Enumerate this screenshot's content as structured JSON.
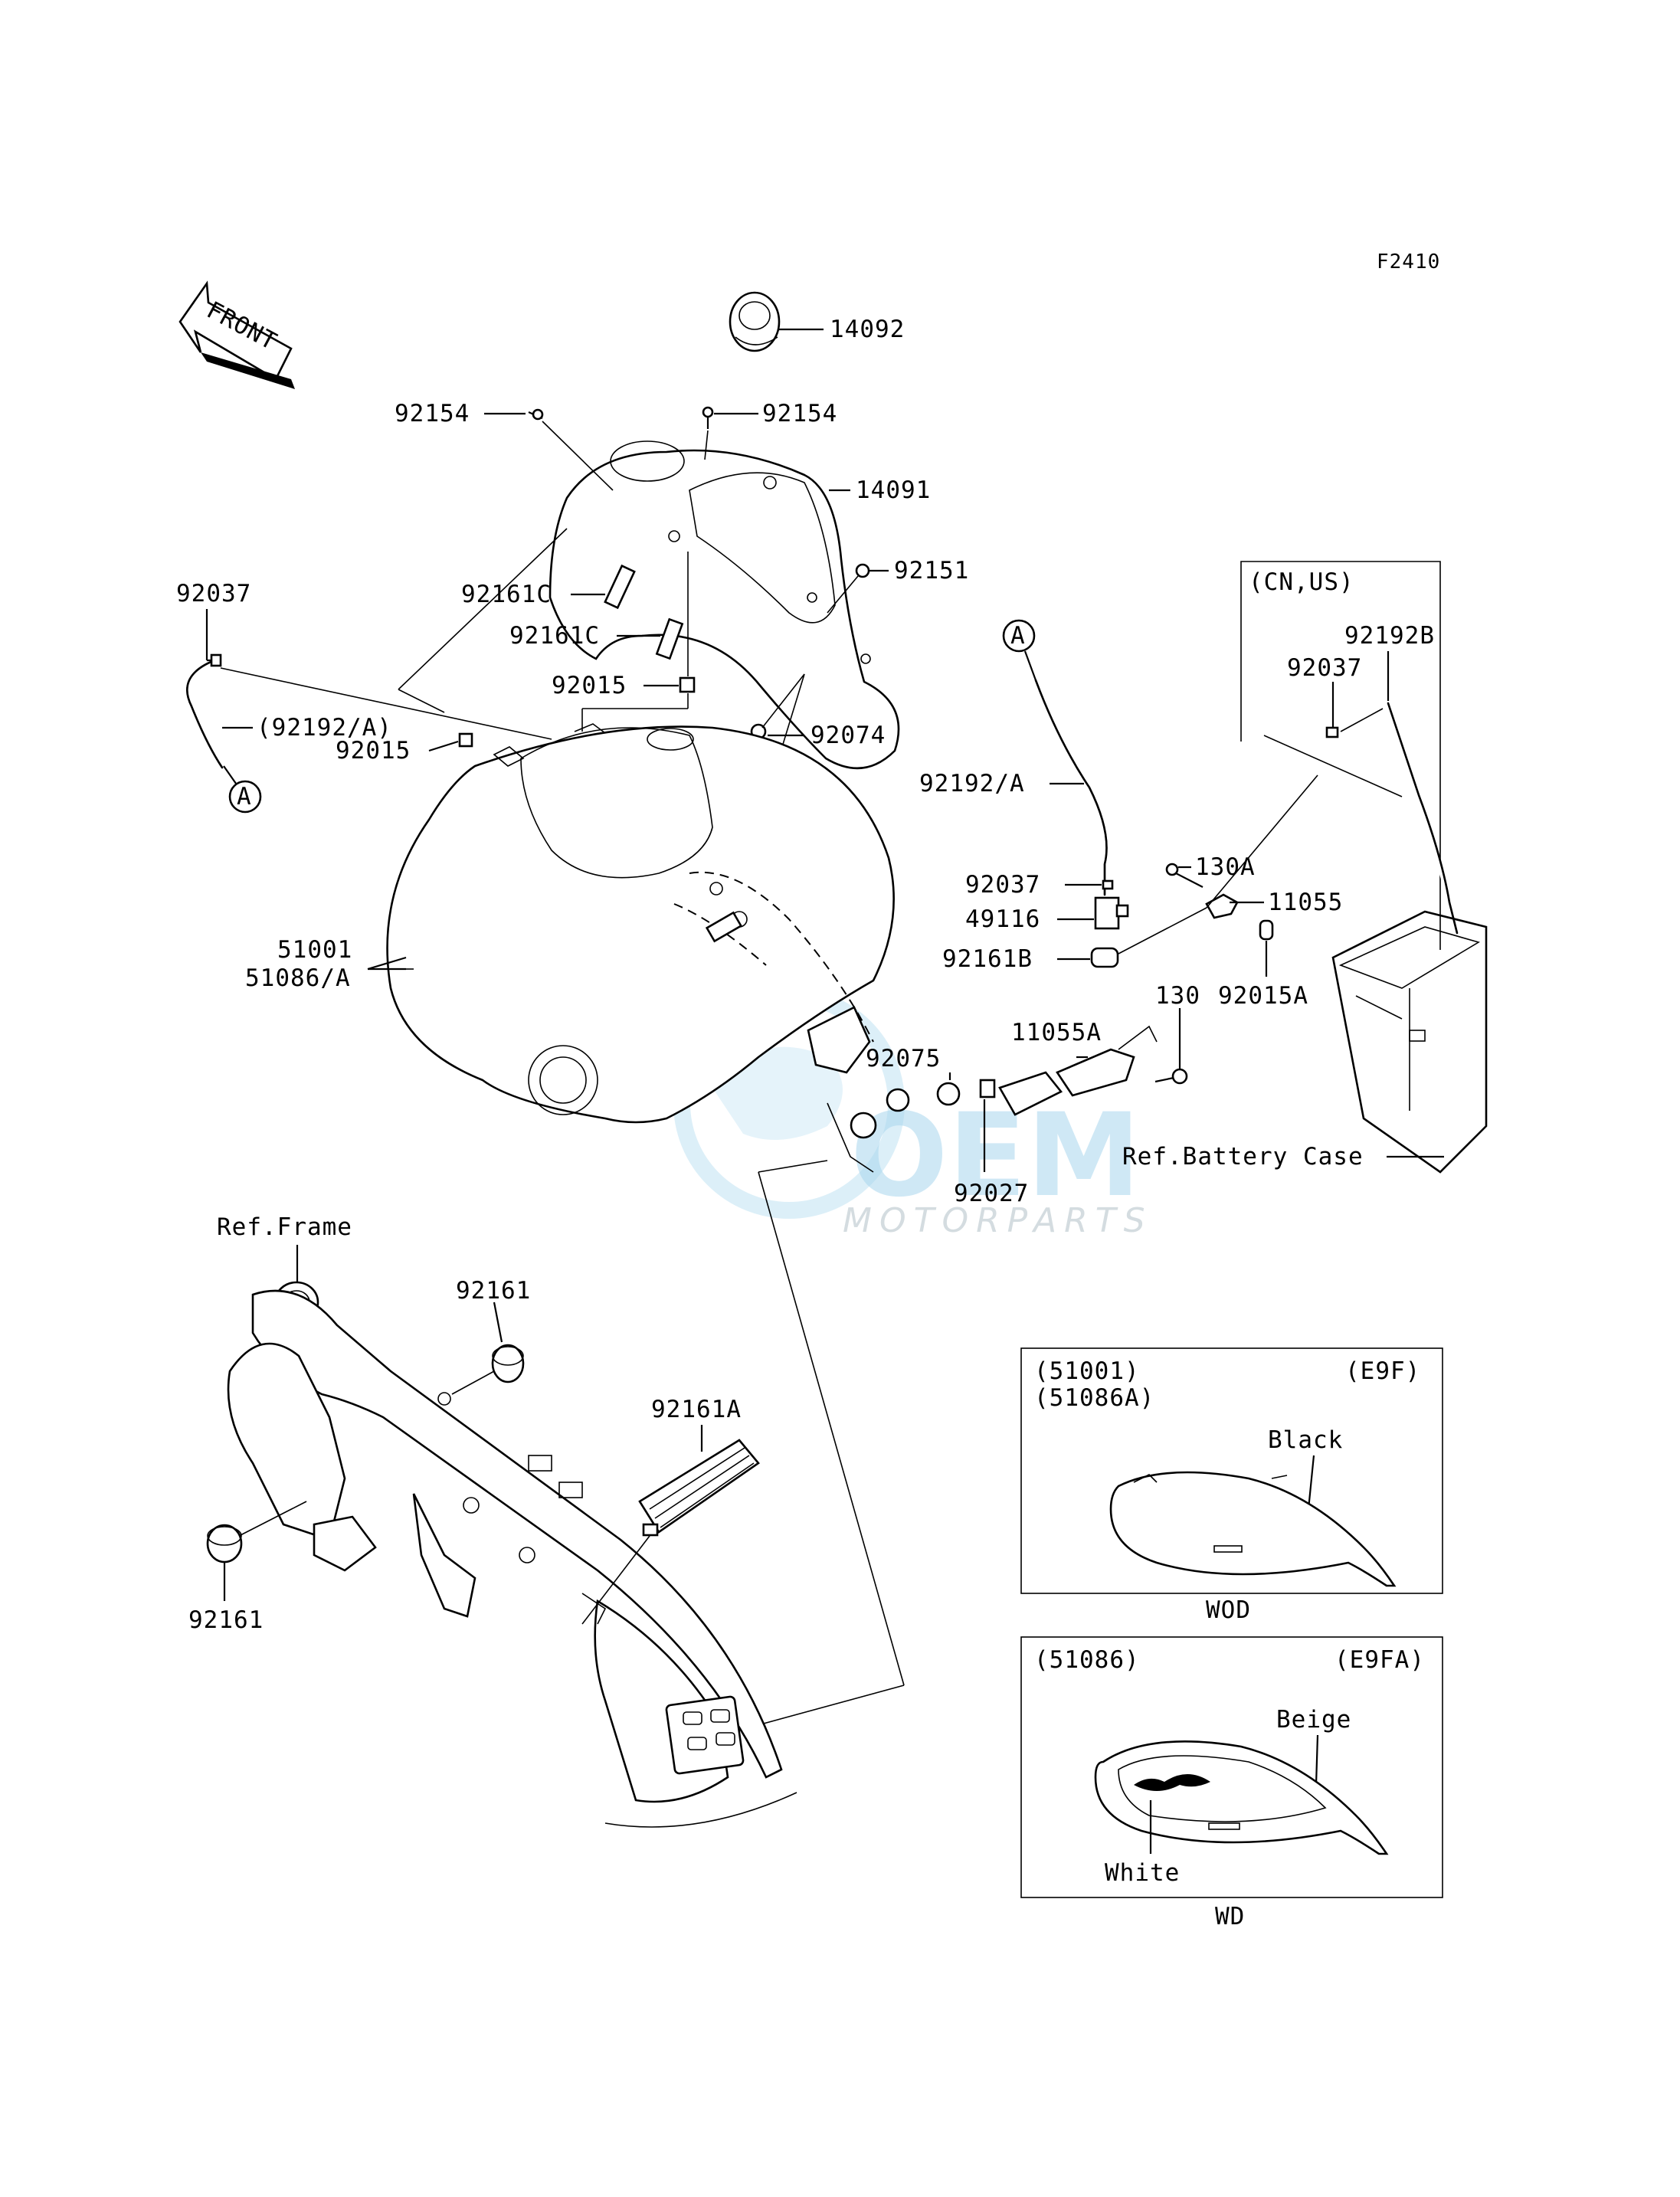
{
  "figure_code": "F2410",
  "front_label": "FRONT",
  "watermark": {
    "brand": "OEM",
    "sub": "MOTORPARTS"
  },
  "callouts": {
    "p14092": "14092",
    "p92154_left": "92154",
    "p92154_right": "92154",
    "p14091": "14091",
    "p92151": "92151",
    "p92037_left": "92037",
    "p92192_a_paren": "(92192/A)",
    "p92161c_1": "92161C",
    "p92161c_2": "92161C",
    "p92015_top": "92015",
    "p92015_left": "92015",
    "p92074": "92074",
    "p92192_a": "92192/A",
    "p92037_mid": "92037",
    "p49116": "49116",
    "p92161b": "92161B",
    "p130a": "130A",
    "p11055": "11055",
    "p92015a": "92015A",
    "p130": "130",
    "p11055a": "11055A",
    "p92075": "92075",
    "p92027": "92027",
    "p51001": "51001",
    "p51086_a": "51086/A",
    "ref_battery": "Ref.Battery Case",
    "ref_frame": "Ref.Frame",
    "p92161_top": "92161",
    "p92161_bottom": "92161",
    "p92161a": "92161A",
    "marker_a": "A"
  },
  "cn_us_box": {
    "title": "(CN,US)",
    "p92192b": "92192B",
    "p92037": "92037"
  },
  "variant_wod": {
    "codes": "(51001)",
    "codes2": "(51086A)",
    "region": "(E9F)",
    "color": "Black",
    "caption": "WOD"
  },
  "variant_wd": {
    "codes": "(51086)",
    "region": "(E9FA)",
    "color_top": "Beige",
    "color_bottom": "White",
    "caption": "WD"
  }
}
